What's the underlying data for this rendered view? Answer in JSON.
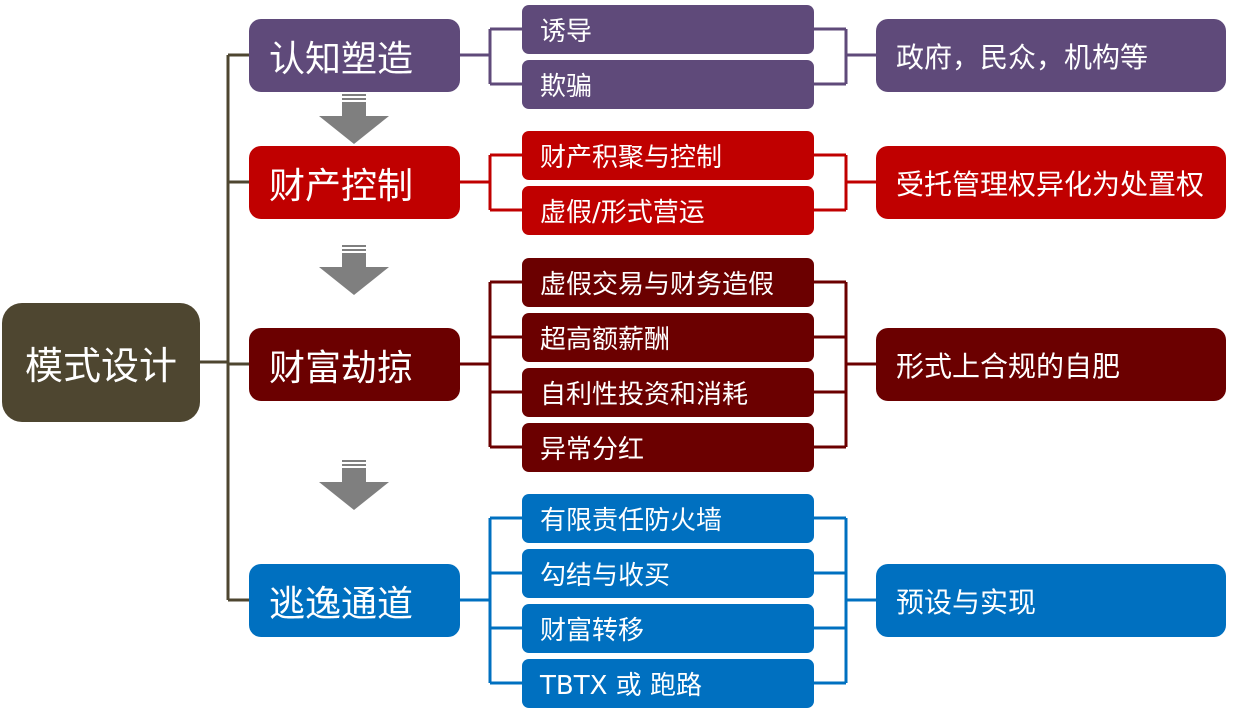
{
  "root": {
    "label": "模式设计"
  },
  "groups": [
    {
      "title": "认知塑造",
      "items": [
        "诱导",
        "欺骗"
      ],
      "result": "政府，民众，机构等",
      "color": "#5f4a7a"
    },
    {
      "title": "财产控制",
      "items": [
        "财产积聚与控制",
        "虚假/形式营运"
      ],
      "result": "受托管理权异化为处置权",
      "color": "#c00000"
    },
    {
      "title": "财富劫掠",
      "items": [
        "虚假交易与财务造假",
        "超高额薪酬",
        "自利性投资和消耗",
        "异常分红"
      ],
      "result": "形式上合规的自肥",
      "color": "#6b0000"
    },
    {
      "title": "逃逸通道",
      "items": [
        "有限责任防火墙",
        "勾结与收买",
        "财富转移",
        "TBTX 或 跑路"
      ],
      "result": "预设与实现",
      "color": "#0070c0"
    }
  ],
  "colors": {
    "root": "#4e4630",
    "connector_root": "#4e4630",
    "arrow": "#7f7f7f"
  }
}
